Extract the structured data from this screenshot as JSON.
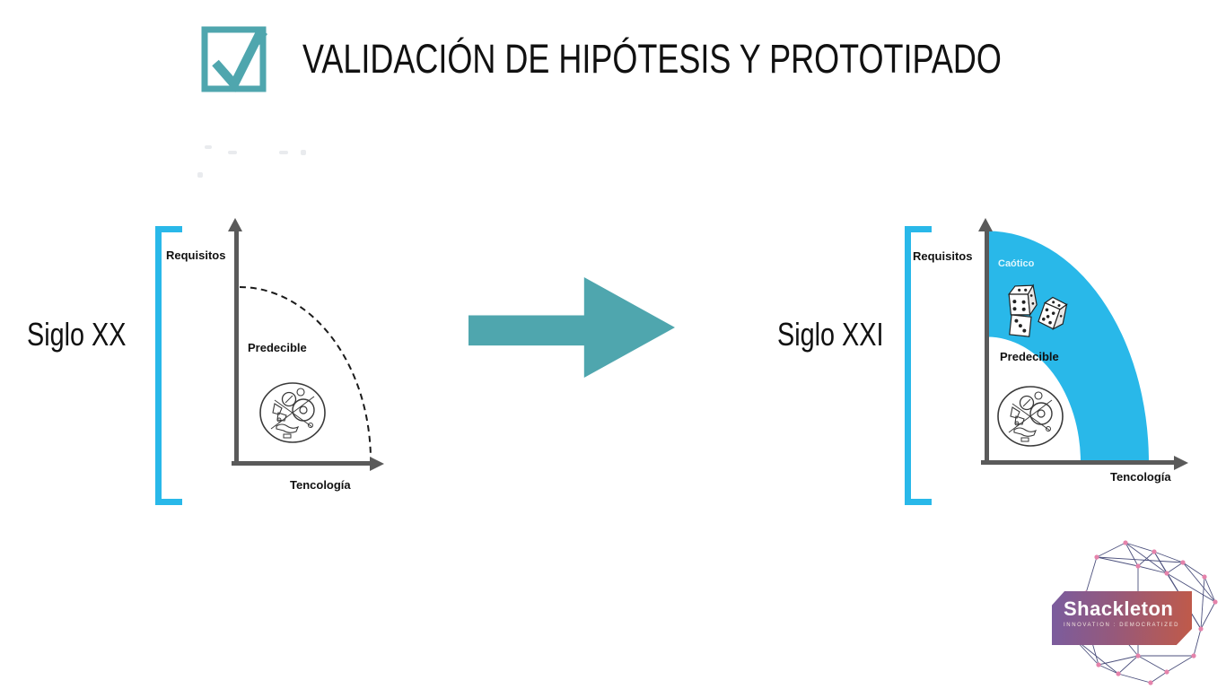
{
  "title": {
    "text": "VALIDACIÓN DE HIPÓTESIS Y PROTOTIPADO"
  },
  "left_diagram": {
    "era": "Siglo XX",
    "y_axis": "Requisitos",
    "x_axis": "Tencología",
    "zone": "Predecible"
  },
  "right_diagram": {
    "era": "Siglo XXI",
    "y_axis": "Requisitos",
    "x_axis": "Tencología",
    "zone_predictable": "Predecible",
    "zone_chaotic": "Caótico"
  },
  "logo": {
    "brand": "Shackleton",
    "tagline": "INNOVATION : DEMOCRATIZED"
  },
  "icons": {
    "title_icon": "checkbox-checked-icon",
    "transition_icon": "arrow-right-icon",
    "predictable_art": "clockwork-gears-illustration",
    "chaotic_art": "dice-illustration",
    "logo_art": "network-mesh-graphic"
  },
  "colors": {
    "teal": "#4FA6AE",
    "cyan": "#29B8E9",
    "axis_gray": "#5A5A5A",
    "ink": "#111111",
    "banner_gradient_start": "#7A5C9E",
    "banner_gradient_end": "#C05A49",
    "network_line": "#3D4272",
    "network_node": "#E583AB"
  }
}
